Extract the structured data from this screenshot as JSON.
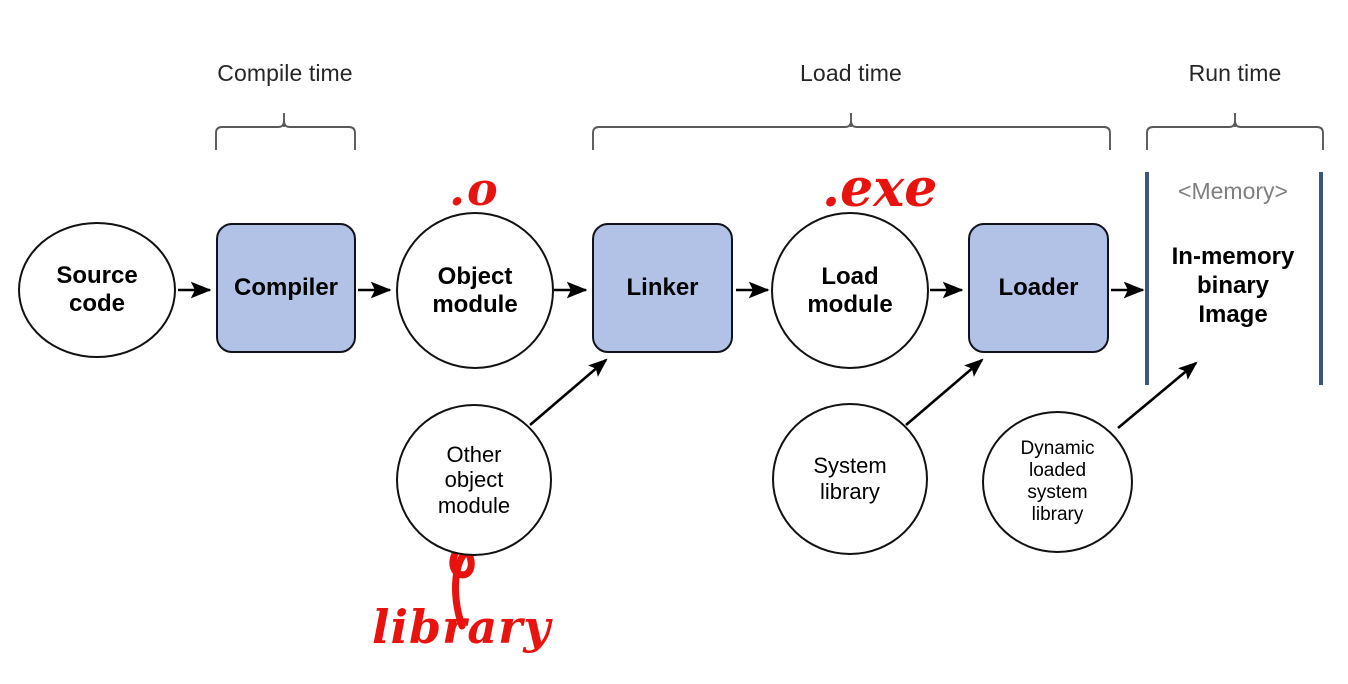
{
  "diagram": {
    "title": "Compile / Load / Run time program translation pipeline",
    "background_color": "#ffffff",
    "process_fill_color": "#B2C2E6",
    "memory_line_color": "#3C5878",
    "ink_color": "#E8120F"
  },
  "phases": [
    {
      "id": "compile",
      "label": "Compile time"
    },
    {
      "id": "load",
      "label": "Load time"
    },
    {
      "id": "run",
      "label": "Run time"
    }
  ],
  "nodes": {
    "source_code": {
      "label": "Source code",
      "lines": [
        "Source",
        "code"
      ],
      "shape": "circle",
      "emphasis": "bold"
    },
    "compiler": {
      "label": "Compiler",
      "lines": [
        "Compiler"
      ],
      "shape": "rounded-box",
      "emphasis": "bold"
    },
    "object_module": {
      "label": "Object module",
      "lines": [
        "Object",
        "module"
      ],
      "shape": "circle",
      "emphasis": "bold"
    },
    "linker": {
      "label": "Linker",
      "lines": [
        "Linker"
      ],
      "shape": "rounded-box",
      "emphasis": "bold"
    },
    "load_module": {
      "label": "Load module",
      "lines": [
        "Load",
        "module"
      ],
      "shape": "circle",
      "emphasis": "bold"
    },
    "loader": {
      "label": "Loader",
      "lines": [
        "Loader"
      ],
      "shape": "rounded-box",
      "emphasis": "bold"
    },
    "other_object_module": {
      "label": "Other object module",
      "lines": [
        "Other",
        "object",
        "module"
      ],
      "shape": "circle",
      "emphasis": "regular"
    },
    "system_library": {
      "label": "System library",
      "lines": [
        "System",
        "library"
      ],
      "shape": "circle",
      "emphasis": "regular"
    },
    "dynamic_library": {
      "label": "Dynamic loaded system library",
      "lines": [
        "Dynamic",
        "loaded",
        "system",
        "library"
      ],
      "shape": "circle",
      "emphasis": "regular"
    }
  },
  "memory": {
    "caption": "<Memory>",
    "title_lines": [
      "In-memory",
      "binary",
      "Image"
    ],
    "title": "In-memory binary Image"
  },
  "annotations": [
    {
      "id": "ink-dot-o",
      "text": ".o",
      "color": "#E8120F",
      "target": "object_module",
      "style": "handwritten"
    },
    {
      "id": "ink-dot-exe",
      "text": ".exe",
      "color": "#E8120F",
      "target": "load_module",
      "style": "handwritten"
    },
    {
      "id": "ink-library",
      "text": "library",
      "color": "#E8120F",
      "target": "other_object_module",
      "style": "handwritten"
    }
  ],
  "edges": [
    {
      "from": "source_code",
      "to": "compiler",
      "kind": "arrow"
    },
    {
      "from": "compiler",
      "to": "object_module",
      "kind": "arrow"
    },
    {
      "from": "object_module",
      "to": "linker",
      "kind": "arrow"
    },
    {
      "from": "linker",
      "to": "load_module",
      "kind": "arrow"
    },
    {
      "from": "load_module",
      "to": "loader",
      "kind": "arrow"
    },
    {
      "from": "loader",
      "to": "memory",
      "kind": "arrow"
    },
    {
      "from": "other_object_module",
      "to": "linker",
      "kind": "diagonal-arrow"
    },
    {
      "from": "system_library",
      "to": "loader",
      "kind": "diagonal-arrow"
    },
    {
      "from": "dynamic_library",
      "to": "memory",
      "kind": "diagonal-arrow"
    }
  ]
}
